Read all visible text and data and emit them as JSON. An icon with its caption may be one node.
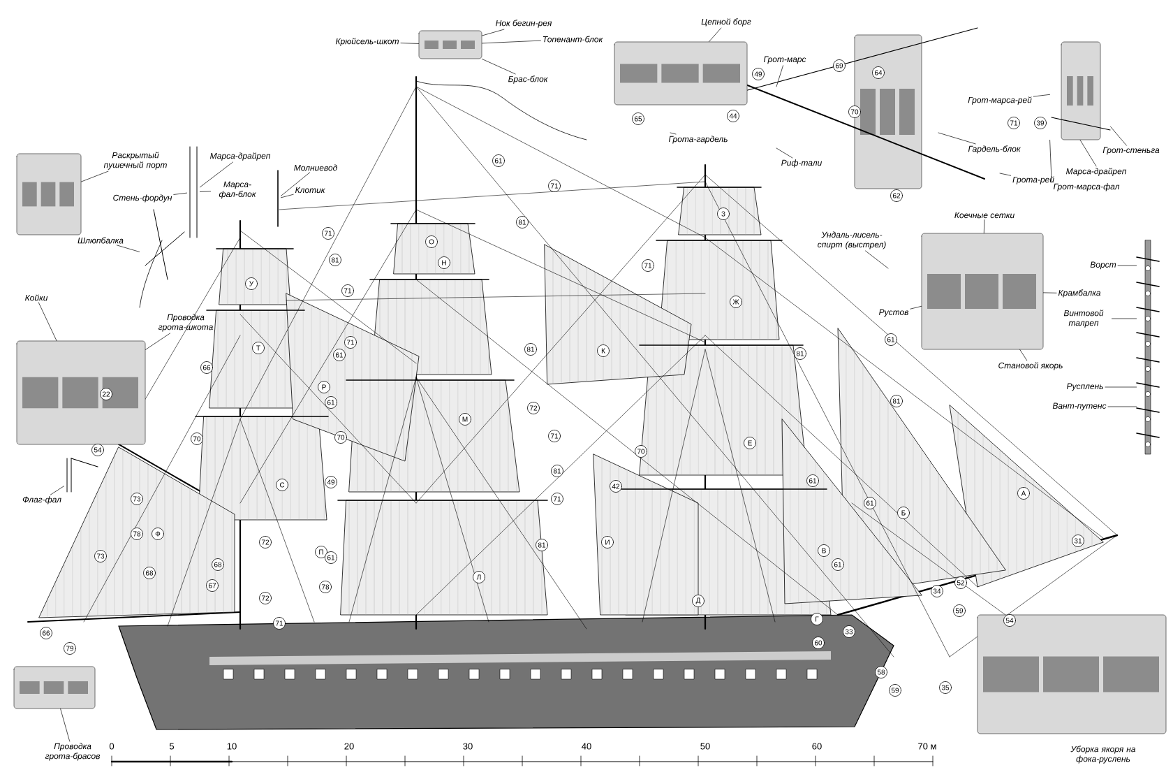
{
  "diagram": {
    "nodes": [
      {
        "text": [
          "Нок бегин-рея"
        ]
      },
      {
        "text": [
          "Крюйсель-шкот"
        ]
      },
      {
        "text": [
          "Топенант-блок"
        ]
      },
      {
        "text": [
          "Брас-блок"
        ]
      },
      {
        "text": [
          "Цепной борг"
        ]
      },
      {
        "text": [
          "Грот-марс"
        ]
      },
      {
        "text": [
          "Грота-гардель"
        ]
      },
      {
        "text": [
          "Риф-тали"
        ]
      },
      {
        "text": [
          "Гардель-блок"
        ]
      },
      {
        "text": [
          "Грота-рей"
        ]
      },
      {
        "text": [
          "Грот-марса-рей"
        ]
      },
      {
        "text": [
          "Грот-стеньга"
        ]
      },
      {
        "text": [
          "Марса-драйреп"
        ]
      },
      {
        "text": [
          "Грот-марса-фал"
        ]
      },
      {
        "text": [
          "Раскрытый пушечный порт"
        ]
      },
      {
        "text": [
          "Марса-драйреп"
        ]
      },
      {
        "text": [
          "Стень-фордун"
        ]
      },
      {
        "text": [
          "Марса-фал-блок"
        ]
      },
      {
        "text": [
          "Молниевод"
        ]
      },
      {
        "text": [
          "Клотик"
        ]
      },
      {
        "text": [
          "Шлюпбалка"
        ]
      },
      {
        "text": [
          "Койки"
        ]
      },
      {
        "text": [
          "Проводка грота-шкота"
        ]
      },
      {
        "text": [
          "Ундаль-лисель-спирт (выстрел)"
        ]
      },
      {
        "text": [
          "Коечные сетки"
        ]
      },
      {
        "text": [
          "Рустов"
        ]
      },
      {
        "text": [
          "Крамбалка"
        ]
      },
      {
        "text": [
          "Становой якорь"
        ]
      },
      {
        "text": [
          "Ворст"
        ]
      },
      {
        "text": [
          "Винтовой талреп"
        ]
      },
      {
        "text": [
          "Русплень"
        ]
      },
      {
        "text": [
          "Вант-путенс"
        ]
      },
      {
        "text": [
          "Флаг-фал"
        ]
      },
      {
        "text": [
          "Проводка грота-брасов"
        ]
      },
      {
        "text": [],
        "shape": "picture"
      },
      {
        "text": [],
        "shape": "picture"
      },
      {
        "text": [],
        "shape": "picture"
      },
      {
        "text": [],
        "shape": "picture"
      },
      {
        "text": [],
        "shape": "picture"
      },
      {
        "text": [],
        "shape": "picture"
      },
      {
        "text": [],
        "shape": "picture"
      },
      {
        "text": [],
        "shape": "picture"
      },
      {
        "text": [],
        "shape": "picture"
      },
      {
        "text": [],
        "shape": "picture"
      },
      {
        "text": [],
        "shape": "picture"
      },
      {
        "text": [],
        "shape": "picture"
      }
    ],
    "edges": [
      {
        "from": 0,
        "to": 34,
        "arrow": "none"
      },
      {
        "from": 1,
        "to": 34,
        "arrow": "none"
      },
      {
        "from": 2,
        "to": 34,
        "arrow": "none"
      },
      {
        "from": 3,
        "to": 34,
        "arrow": "none"
      },
      {
        "from": 4,
        "to": 35,
        "arrow": "none"
      },
      {
        "from": 5,
        "to": null,
        "arrow": "none"
      },
      {
        "from": 6,
        "to": null,
        "arrow": "none"
      },
      {
        "from": 7,
        "to": null,
        "arrow": "none"
      },
      {
        "from": 8,
        "to": null,
        "arrow": "none"
      },
      {
        "from": 9,
        "to": null,
        "arrow": "none"
      },
      {
        "from": 10,
        "to": 37,
        "arrow": "none"
      },
      {
        "from": 11,
        "to": 37,
        "arrow": "none"
      },
      {
        "from": 12,
        "to": 37,
        "arrow": "none"
      },
      {
        "from": 13,
        "to": 37,
        "arrow": "none"
      },
      {
        "from": 14,
        "to": 36,
        "arrow": "none"
      },
      {
        "from": 15,
        "to": 38,
        "arrow": "none"
      },
      {
        "from": 16,
        "to": 38,
        "arrow": "none"
      },
      {
        "from": 17,
        "to": 38,
        "arrow": "none"
      },
      {
        "from": 18,
        "to": 39,
        "arrow": "none"
      },
      {
        "from": 19,
        "to": 39,
        "arrow": "none"
      },
      {
        "from": 20,
        "to": 40,
        "arrow": "none"
      },
      {
        "from": 21,
        "to": 41,
        "arrow": "none"
      },
      {
        "from": 22,
        "to": 41,
        "arrow": "none"
      },
      {
        "from": 23,
        "to": null,
        "arrow": "none"
      },
      {
        "from": 24,
        "to": 42,
        "arrow": "none"
      },
      {
        "from": 25,
        "to": 42,
        "arrow": "none"
      },
      {
        "from": 26,
        "to": 42,
        "arrow": "none"
      },
      {
        "from": 27,
        "to": 42,
        "arrow": "none"
      },
      {
        "from": 28,
        "to": 43,
        "arrow": "none"
      },
      {
        "from": 29,
        "to": 43,
        "arrow": "none"
      },
      {
        "from": 30,
        "to": 43,
        "arrow": "none"
      },
      {
        "from": 31,
        "to": 43,
        "arrow": "none"
      },
      {
        "from": 32,
        "to": 44,
        "arrow": "none"
      },
      {
        "from": 33,
        "to": 45,
        "arrow": "none"
      }
    ],
    "labels": [
      "49",
      "69",
      "64",
      "44",
      "65",
      "70",
      "71",
      "39",
      "61",
      "71",
      "62",
      "О",
      "71",
      "Н",
      "81",
      "З",
      "71",
      "81",
      "У",
      "71",
      "Ж",
      "71",
      "Т",
      "61",
      "81",
      "К",
      "81",
      "61",
      "66",
      "Р",
      "61",
      "22",
      "81",
      "72",
      "М",
      "70",
      "71",
      "70",
      "Е",
      "54",
      "70",
      "81",
      "61",
      "С",
      "49",
      "42",
      "А",
      "71",
      "73",
      "61",
      "Б",
      "Ф",
      "78",
      "31",
      "И",
      "72",
      "81",
      "В",
      "П",
      "73",
      "61",
      "61",
      "68",
      "68",
      "Л",
      "52",
      "67",
      "78",
      "34",
      "72",
      "59",
      "Д",
      "Г",
      "54",
      "71",
      "33",
      "66",
      "60",
      "79",
      "58",
      "35",
      "59",
      "0",
      "5",
      "10",
      "20",
      "30",
      "40",
      "50",
      "60",
      "70 м",
      "Уборка якоря на фока-руслень"
    ]
  }
}
